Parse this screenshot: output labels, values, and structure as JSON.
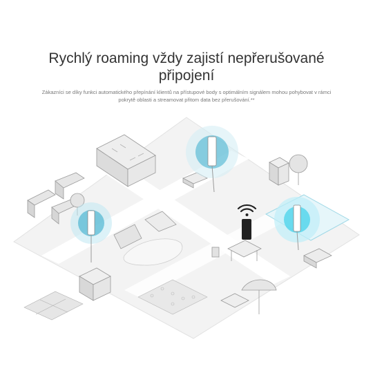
{
  "header": {
    "title_line1": "Rychlý roaming vždy zajistí nepřerušované",
    "title_line2": "připojení",
    "description": "Zákazníci se díky funkci automatického přepínání klientů na přístupové body s optimálním signálem mohou pohybovat v rámci pokrytě oblasti a streamovat přitom data bez přerušování.**"
  },
  "colors": {
    "accent": "#2aa7c9",
    "accent_light": "#bfe7f2",
    "highlight": "#3fd0ea",
    "ground": "#f2f2f2",
    "road": "#ffffff",
    "building": "#e4e4e4",
    "line": "#9a9a9a",
    "phone": "#222222"
  },
  "icons": [
    "access-point-icon",
    "smartphone-icon",
    "wifi-signal-icon"
  ]
}
